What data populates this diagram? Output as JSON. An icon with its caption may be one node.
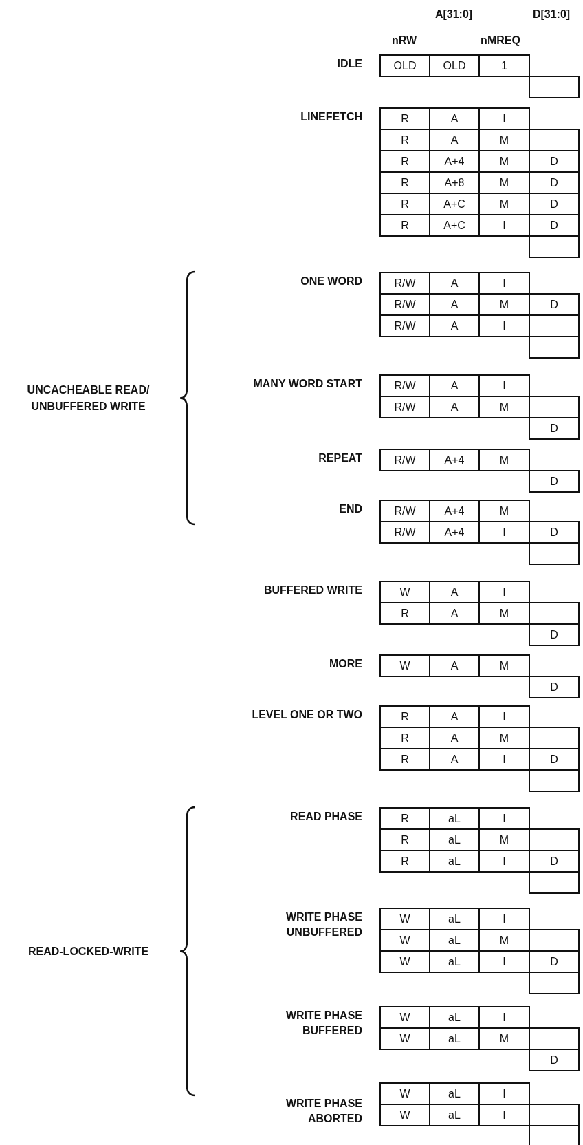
{
  "diagram": {
    "nodes": [
      {
        "text": [
          "OLD"
        ]
      },
      {
        "text": [
          "OLD"
        ]
      },
      {
        "text": [
          "1"
        ]
      },
      {
        "text": [],
        "shape": "box"
      },
      {
        "text": [
          "R"
        ]
      },
      {
        "text": [
          "A"
        ]
      },
      {
        "text": [
          "I"
        ]
      },
      {
        "text": [
          "R"
        ]
      },
      {
        "text": [
          "A"
        ]
      },
      {
        "text": [
          "M"
        ]
      },
      {
        "text": [],
        "shape": "box"
      },
      {
        "text": [
          "R"
        ]
      },
      {
        "text": [
          "A+4"
        ]
      },
      {
        "text": [
          "M"
        ]
      },
      {
        "text": [
          "D"
        ]
      },
      {
        "text": [
          "R"
        ]
      },
      {
        "text": [
          "A+8"
        ]
      },
      {
        "text": [
          "M"
        ]
      },
      {
        "text": [
          "D"
        ]
      },
      {
        "text": [
          "R"
        ]
      },
      {
        "text": [
          "A+C"
        ]
      },
      {
        "text": [
          "M"
        ]
      },
      {
        "text": [
          "D"
        ]
      },
      {
        "text": [
          "R"
        ]
      },
      {
        "text": [
          "A+C"
        ]
      },
      {
        "text": [
          "I"
        ]
      },
      {
        "text": [
          "D"
        ]
      },
      {
        "text": [],
        "shape": "box"
      },
      {
        "text": [
          "R/W"
        ]
      },
      {
        "text": [
          "A"
        ]
      },
      {
        "text": [
          "I"
        ]
      },
      {
        "text": [
          "R/W"
        ]
      },
      {
        "text": [
          "A"
        ]
      },
      {
        "text": [
          "M"
        ]
      },
      {
        "text": [
          "D"
        ]
      },
      {
        "text": [
          "R/W"
        ]
      },
      {
        "text": [
          "A"
        ]
      },
      {
        "text": [
          "I"
        ]
      },
      {
        "text": [],
        "shape": "box"
      },
      {
        "text": [],
        "shape": "box"
      },
      {
        "text": [
          "R/W"
        ]
      },
      {
        "text": [
          "A"
        ]
      },
      {
        "text": [
          "I"
        ]
      },
      {
        "text": [
          "R/W"
        ]
      },
      {
        "text": [
          "A"
        ]
      },
      {
        "text": [
          "M"
        ]
      },
      {
        "text": [],
        "shape": "box"
      },
      {
        "text": [
          "D"
        ]
      },
      {
        "text": [
          "R/W"
        ]
      },
      {
        "text": [
          "A+4"
        ]
      },
      {
        "text": [
          "M"
        ]
      },
      {
        "text": [
          "D"
        ]
      },
      {
        "text": [
          "R/W"
        ]
      },
      {
        "text": [
          "A+4"
        ]
      },
      {
        "text": [
          "M"
        ]
      },
      {
        "text": [
          "R/W"
        ]
      },
      {
        "text": [
          "A+4"
        ]
      },
      {
        "text": [
          "I"
        ]
      },
      {
        "text": [
          "D"
        ]
      },
      {
        "text": [],
        "shape": "box"
      },
      {
        "text": [
          "W"
        ]
      },
      {
        "text": [
          "A"
        ]
      },
      {
        "text": [
          "I"
        ]
      },
      {
        "text": [
          "R"
        ]
      },
      {
        "text": [
          "A"
        ]
      },
      {
        "text": [
          "M"
        ]
      },
      {
        "text": [],
        "shape": "box"
      },
      {
        "text": [
          "D"
        ]
      },
      {
        "text": [
          "W"
        ]
      },
      {
        "text": [
          "A"
        ]
      },
      {
        "text": [
          "M"
        ]
      },
      {
        "text": [
          "D"
        ]
      },
      {
        "text": [
          "R"
        ]
      },
      {
        "text": [
          "A"
        ]
      },
      {
        "text": [
          "I"
        ]
      },
      {
        "text": [
          "R"
        ]
      },
      {
        "text": [
          "A"
        ]
      },
      {
        "text": [
          "M"
        ]
      },
      {
        "text": [],
        "shape": "box"
      },
      {
        "text": [
          "R"
        ]
      },
      {
        "text": [
          "A"
        ]
      },
      {
        "text": [
          "I"
        ]
      },
      {
        "text": [
          "D"
        ]
      },
      {
        "text": [],
        "shape": "box"
      },
      {
        "text": [
          "R"
        ]
      },
      {
        "text": [
          "aL"
        ]
      },
      {
        "text": [
          "I"
        ]
      },
      {
        "text": [
          "R"
        ]
      },
      {
        "text": [
          "aL"
        ]
      },
      {
        "text": [
          "M"
        ]
      },
      {
        "text": [],
        "shape": "box"
      },
      {
        "text": [
          "R"
        ]
      },
      {
        "text": [
          "aL"
        ]
      },
      {
        "text": [
          "I"
        ]
      },
      {
        "text": [
          "D"
        ]
      },
      {
        "text": [],
        "shape": "box"
      },
      {
        "text": [
          "W"
        ]
      },
      {
        "text": [
          "aL"
        ]
      },
      {
        "text": [
          "I"
        ]
      },
      {
        "text": [
          "W"
        ]
      },
      {
        "text": [
          "aL"
        ]
      },
      {
        "text": [
          "M"
        ]
      },
      {
        "text": [],
        "shape": "box"
      },
      {
        "text": [
          "W"
        ]
      },
      {
        "text": [
          "aL"
        ]
      },
      {
        "text": [
          "I"
        ]
      },
      {
        "text": [
          "D"
        ]
      },
      {
        "text": [],
        "shape": "box"
      },
      {
        "text": [
          "W"
        ]
      },
      {
        "text": [
          "aL"
        ]
      },
      {
        "text": [
          "I"
        ]
      },
      {
        "text": [
          "W"
        ]
      },
      {
        "text": [
          "aL"
        ]
      },
      {
        "text": [
          "M"
        ]
      },
      {
        "text": [],
        "shape": "box"
      },
      {
        "text": [
          "D"
        ]
      },
      {
        "text": [
          "W"
        ]
      },
      {
        "text": [
          "aL"
        ]
      },
      {
        "text": [
          "I"
        ]
      },
      {
        "text": [
          "W"
        ]
      },
      {
        "text": [
          "aL"
        ]
      },
      {
        "text": [
          "I"
        ]
      },
      {
        "text": [],
        "shape": "box"
      },
      {
        "text": [],
        "shape": "box"
      }
    ],
    "labels": [
      "A[31:0]",
      "D[31:0]",
      "nRW",
      "nMREQ",
      "IDLE",
      "LINEFETCH",
      "ONE WORD",
      "UNCACHEABLE READ/ UNBUFFERED WRITE",
      "MANY WORD START",
      "REPEAT",
      "END",
      "BUFFERED WRITE",
      "MORE",
      "LEVEL ONE OR TWO",
      "READ PHASE",
      "WRITE PHASE UNBUFFERED",
      "READ-LOCKED-WRITE",
      "WRITE PHASE BUFFERED",
      "WRITE PHASE ABORTED"
    ]
  }
}
